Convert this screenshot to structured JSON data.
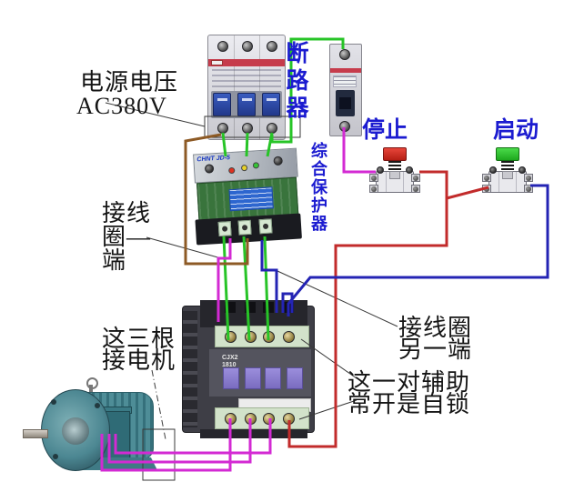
{
  "labels": {
    "power_voltage": {
      "line1": "电源电压",
      "line2": "AC380V"
    },
    "circuit_breaker": "断路器",
    "protector": "综合保护器",
    "stop": "停止",
    "start": "启动",
    "coil_terminal": {
      "line1": "接线",
      "line2": "圈—",
      "line3": "端"
    },
    "coil_other_end": {
      "line1": "接线圈",
      "line2": "另一端"
    },
    "aux_contact": {
      "line1": "这一对辅助",
      "line2": "常开是自锁"
    },
    "motor_wires": {
      "line1": "这三根",
      "line2": "接电机"
    }
  },
  "devices": {
    "protector_brand": "CHNT JD-5",
    "contactor_model": "CJX2\n1810"
  },
  "wire_colors": {
    "green": "#27c427",
    "magenta": "#d32ad3",
    "brown": "#8d5a25",
    "red": "#c22b2b",
    "blue": "#2424b4"
  },
  "label_colors": {
    "blue_label": "#1b1bd0",
    "black_label": "#151515"
  }
}
